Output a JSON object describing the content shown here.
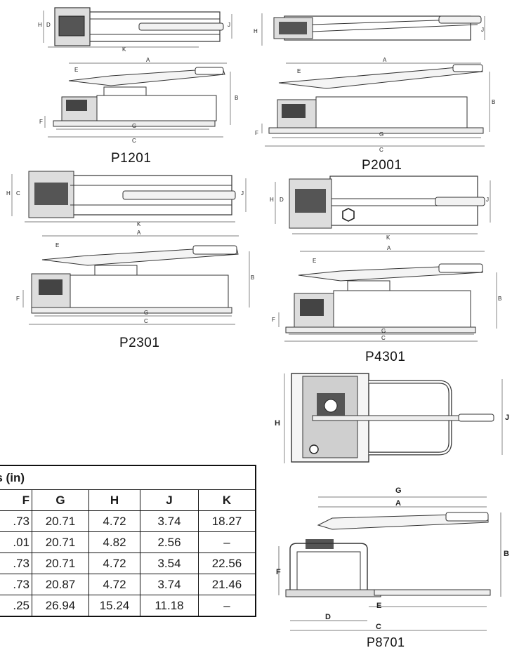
{
  "models": [
    {
      "name": "P1201",
      "top_labels": [
        "H",
        "D",
        "K",
        "J"
      ],
      "side_labels": [
        "A",
        "E",
        "B",
        "F",
        "G",
        "C"
      ]
    },
    {
      "name": "P2001",
      "top_labels": [
        "H",
        "J"
      ],
      "side_labels": [
        "A",
        "E",
        "B",
        "F",
        "G",
        "C"
      ]
    },
    {
      "name": "P2301",
      "top_labels": [
        "H",
        "C",
        "K",
        "J"
      ],
      "side_labels": [
        "A",
        "E",
        "B",
        "F",
        "G",
        "C"
      ]
    },
    {
      "name": "P4301",
      "top_labels": [
        "H",
        "D",
        "K",
        "J"
      ],
      "side_labels": [
        "A",
        "E",
        "B",
        "F",
        "G",
        "C"
      ]
    },
    {
      "name": "P8701",
      "top_labels": [
        "H",
        "J"
      ],
      "side_labels": [
        "G",
        "A",
        "B",
        "F",
        "E",
        "D",
        "C"
      ]
    }
  ],
  "table": {
    "title": "ns (in)",
    "headers": [
      "F",
      "G",
      "H",
      "J",
      "K"
    ],
    "rows": [
      [
        ".73",
        "20.71",
        "4.72",
        "3.74",
        "18.27"
      ],
      [
        ".01",
        "20.71",
        "4.82",
        "2.56",
        "–"
      ],
      [
        ".73",
        "20.71",
        "4.72",
        "3.54",
        "22.56"
      ],
      [
        ".73",
        "20.87",
        "4.72",
        "3.74",
        "21.46"
      ],
      [
        ".25",
        "26.94",
        "15.24",
        "11.18",
        "–"
      ]
    ]
  }
}
